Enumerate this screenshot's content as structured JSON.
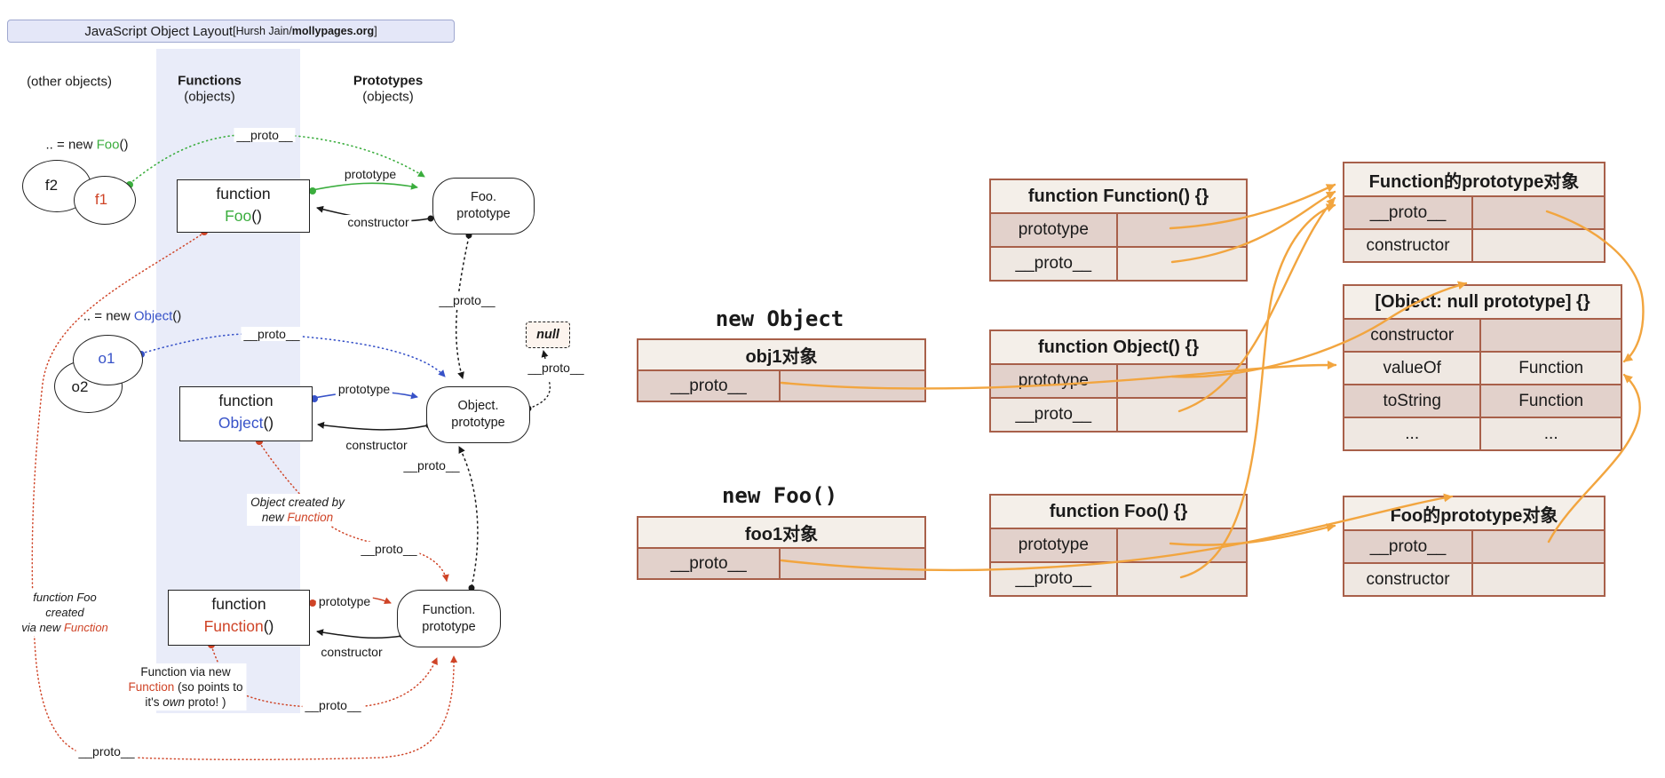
{
  "colors": {
    "green": "#3aad3d",
    "blue": "#3752c8",
    "red": "#cf4427",
    "black": "#1a1a1a",
    "orange_arrow": "#f2a53f",
    "table_border": "#a8604a",
    "table_header_bg": "#f4efe9",
    "table_row_dark": "#e2d1cb",
    "table_row_light": "#efe8e2",
    "band_bg": "#e9ecf9",
    "title_bg": "#e4e7f8"
  },
  "left": {
    "title": {
      "main": "JavaScript Object Layout",
      "credit_pre": " [Hursh Jain/",
      "credit_bold": "mollypages.org",
      "credit_post": "]"
    },
    "columns": {
      "other": "(other objects)",
      "functions": "Functions",
      "prototypes": "Prototypes",
      "sub": "(objects)"
    },
    "shared": {
      "proto": "__proto__",
      "prototype": "prototype",
      "constructor": "constructor",
      "function_kw": "function"
    },
    "foo": {
      "new_pre": ".. = new ",
      "new_name": "Foo",
      "new_post": "()",
      "circle_back": "f2",
      "circle_front": "f1",
      "fn_name": "Foo",
      "fn_post": "()",
      "proto_box_l1": "Foo.",
      "proto_box_l2": "prototype"
    },
    "object": {
      "new_pre": ".. = new ",
      "new_name": "Object",
      "new_post": "()",
      "circle_back": "o2",
      "circle_front": "o1",
      "fn_name": "Object",
      "fn_post": "()",
      "proto_box_l1": "Object.",
      "proto_box_l2": "prototype"
    },
    "func": {
      "fn_name": "Function",
      "fn_post": "()",
      "proto_box_l1": "Function.",
      "proto_box_l2": "prototype"
    },
    "null_label": "null",
    "ann_object_created": {
      "l1": "Object created by",
      "l2_pre": "new ",
      "l2_red": "Function"
    },
    "ann_foo_created": {
      "l1": "function Foo",
      "l2": "created",
      "l3_pre": "via new ",
      "l3_red": "Function"
    },
    "ann_function_via": {
      "l1": "Function via new",
      "l2_red": "Function",
      "l2_rest": " (so points to",
      "l3_pre": "it's ",
      "l3_em": "own",
      "l3_post": " proto! )"
    }
  },
  "right": {
    "labels": {
      "new_object": "new Object",
      "new_foo": "new Foo()"
    },
    "tables": {
      "obj1": {
        "title": "obj1对象",
        "rows": [
          {
            "k": "__proto__",
            "v": ""
          }
        ]
      },
      "foo1": {
        "title": "foo1对象",
        "rows": [
          {
            "k": "__proto__",
            "v": ""
          }
        ]
      },
      "func_function": {
        "title": "function Function() {}",
        "rows": [
          {
            "k": "prototype",
            "v": ""
          },
          {
            "k": "__proto__",
            "v": ""
          }
        ]
      },
      "func_object": {
        "title": "function Object() {}",
        "rows": [
          {
            "k": "prototype",
            "v": ""
          },
          {
            "k": "__proto__",
            "v": ""
          }
        ]
      },
      "func_foo": {
        "title": "function Foo() {}",
        "rows": [
          {
            "k": "prototype",
            "v": ""
          },
          {
            "k": "__proto__",
            "v": ""
          }
        ]
      },
      "function_proto": {
        "title": "Function的prototype对象",
        "rows": [
          {
            "k": "__proto__",
            "v": ""
          },
          {
            "k": "constructor",
            "v": ""
          }
        ]
      },
      "object_null_proto": {
        "title": "[Object: null prototype] {}",
        "rows": [
          {
            "k": "constructor",
            "v": ""
          },
          {
            "k": "valueOf",
            "v": "Function"
          },
          {
            "k": "toString",
            "v": "Function"
          },
          {
            "k": "...",
            "v": "..."
          }
        ]
      },
      "foo_proto": {
        "title": "Foo的prototype对象",
        "rows": [
          {
            "k": "__proto__",
            "v": ""
          },
          {
            "k": "constructor",
            "v": ""
          }
        ]
      }
    }
  }
}
